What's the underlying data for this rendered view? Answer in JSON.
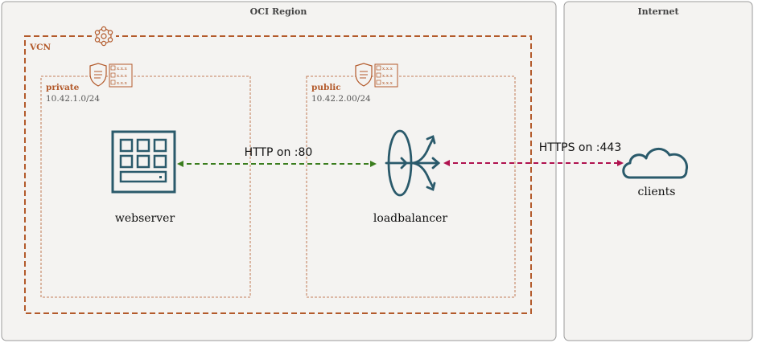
{
  "regions": {
    "oci": {
      "title": "OCI Region"
    },
    "internet": {
      "title": "Internet"
    }
  },
  "vcn": {
    "label": "VCN"
  },
  "subnets": {
    "private": {
      "label": "private",
      "cidr": "10.42.1.0/24"
    },
    "public": {
      "label": "public",
      "cidr": "10.42.2.00/24"
    }
  },
  "security_list_text": "x.x.x",
  "nodes": {
    "webserver": {
      "label": "webserver",
      "icon": "server-icon"
    },
    "loadbalancer": {
      "label": "loadbalancer",
      "icon": "load-balancer-icon"
    },
    "clients": {
      "label": "clients",
      "icon": "cloud-icon"
    }
  },
  "edges": {
    "http": {
      "label": "HTTP on :80",
      "color": "#3a7d1e"
    },
    "https": {
      "label": "HTTPS on :443",
      "color": "#b0124f"
    }
  },
  "colors": {
    "oci_red": "#b35a2b",
    "icon_teal": "#2a5a6b",
    "panel_bg": "#f4f3f1",
    "panel_border": "#9b9b9b"
  }
}
